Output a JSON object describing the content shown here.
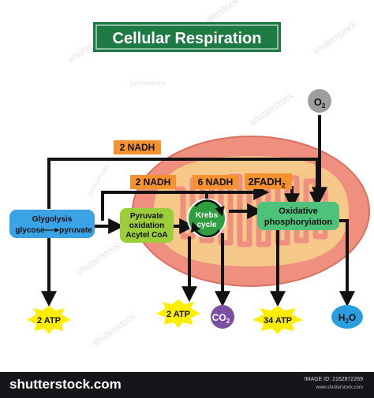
{
  "title": "Cellular Respiration",
  "watermark": {
    "credit": "jsousatmaha",
    "stock": "shutterstock"
  },
  "nodes": {
    "glycolysis": {
      "line1": "Glygolysis",
      "line2a": "glycose",
      "line2b": "pyruvate"
    },
    "pyruvate_oxidation": {
      "line1": "Pyruvate",
      "line2": "oxidation",
      "line3": "Acytel CoA"
    },
    "krebs": {
      "line1": "Krebs",
      "line2": "cycle"
    },
    "oxidative": {
      "line1": "Oxidative",
      "line2": "phosphoryiation"
    }
  },
  "carriers": {
    "nadh_top": "2 NADH",
    "nadh_pyruvate": "2 NADH",
    "nadh_krebs": "6 NADH",
    "fadh2": "2FADH",
    "fadh2_sub": "2"
  },
  "outputs": {
    "atp_glycolysis": "2 ATP",
    "atp_krebs": "2 ATP",
    "co2": "CO",
    "co2_sub": "2",
    "atp_oxidative": "34 ATP",
    "water": "H",
    "water_sub": "2",
    "water_tail": "O"
  },
  "inputs": {
    "oxygen": "O",
    "oxygen_sub": "2"
  },
  "footer": {
    "brand": "shutterstock.com",
    "image_id": "IMAGE ID: 2162872269",
    "site": "www.shutterstock.com"
  },
  "colors": {
    "title_bg": "#1e7a43",
    "mito_outer": "#ef8f80",
    "mito_inner": "#f6c98a",
    "glycolysis": "#3aa3e6",
    "pyruvate": "#9ccd3a",
    "krebs": "#2f9e3f",
    "oxidative": "#4dc27a",
    "carrier_label": "#f5912e",
    "atp_star": "#ffee00",
    "co2": "#7b4fa2",
    "water": "#2b9ee0",
    "oxygen": "#9e9e9e",
    "arrow": "#111111"
  }
}
